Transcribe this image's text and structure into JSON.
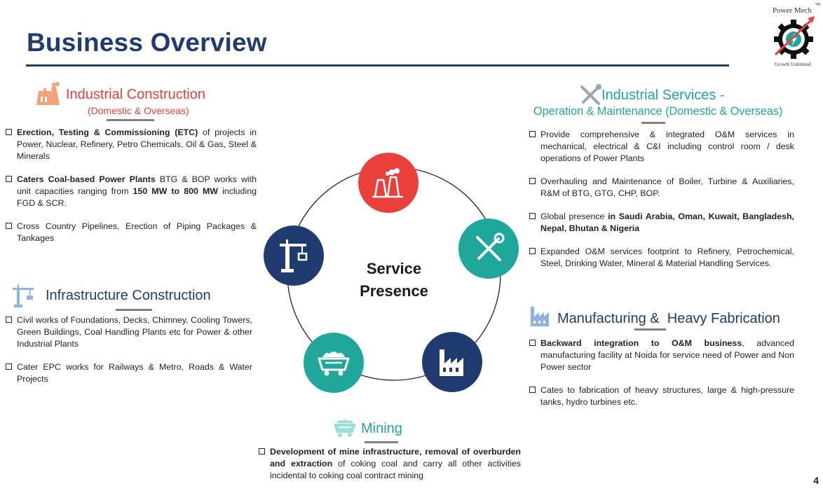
{
  "header": {
    "title": "Business Overview",
    "logo": {
      "top_text": "Power Mech",
      "tm": "TM",
      "tagline": "Growth Unlimited"
    }
  },
  "colors": {
    "navy": "#1f3b6f",
    "red": "#e9403b",
    "teal": "#1fa89a",
    "light_blue": "#8fb4e3",
    "orange": "#f4a27a"
  },
  "center": {
    "line1": "Service",
    "line2": "Presence"
  },
  "circle_icons": [
    "power-plant-icon",
    "tools-icon",
    "factory-icon",
    "mining-cart-icon",
    "crane-icon"
  ],
  "industrial_construction": {
    "title": "Industrial Construction",
    "subtitle": "(Domestic & Overseas)",
    "icon": "power-plant-icon",
    "bullets": [
      [
        {
          "b": "Erection, Testing & Commissioning (ETC)"
        },
        {
          "t": " of projects in Power, Nuclear, Refinery, Petro Chemicals, Oil & Gas, Steel & Minerals"
        }
      ],
      [
        {
          "b": "Caters Coal-based Power Plants"
        },
        {
          "t": " BTG & BOP works with unit capacities ranging from "
        },
        {
          "b": "150 MW to 800 MW"
        },
        {
          "t": " including FGD & SCR."
        }
      ],
      [
        {
          "t": "Cross Country Pipelines, Erection of Piping Packages & Tankages"
        }
      ]
    ]
  },
  "infrastructure_construction": {
    "title": "Infrastructure Construction",
    "icon": "crane-icon",
    "bullets": [
      [
        {
          "t": "Civil works of Foundations, Decks, Chimney, Cooling Towers, Green Buildings, Coal Handling Plants etc for Power & other Industrial Plants"
        }
      ],
      [
        {
          "t": "Cater EPC works for Railways & Metro, Roads & Water Projects"
        }
      ]
    ]
  },
  "industrial_services": {
    "title": "Industrial Services -",
    "subtitle": "Operation & Maintenance (Domestic & Overseas)",
    "icon": "tools-icon",
    "bullets": [
      [
        {
          "t": "Provide comprehensive & integrated O&M services in mechanical, electrical & C&I including control room / desk operations of Power Plants"
        }
      ],
      [
        {
          "t": "Overhauling and Maintenance of Boiler, Turbine & Auxiliaries, R&M of BTG, GTG, CHP, BOP."
        }
      ],
      [
        {
          "t": "Global presence "
        },
        {
          "b": "in Saudi Arabia, Oman, Kuwait, Bangladesh, Nepal, Bhutan & Nigeria"
        }
      ],
      [
        {
          "t": "Expanded O&M services footprint to Refinery, Petrochemical, Steel, Drinking Water, Mineral & Material Handling Services."
        }
      ]
    ]
  },
  "manufacturing": {
    "title": "Manufacturing &  Heavy Fabrication",
    "icon": "factory-icon",
    "bullets": [
      [
        {
          "b": "Backward integration to O&M business"
        },
        {
          "t": ", advanced manufacturing facility at Noida for service need of Power and Non Power sector"
        }
      ],
      [
        {
          "t": "Cates to fabrication of heavy structures, large & high-pressure tanks, hydro turbines etc."
        }
      ]
    ]
  },
  "mining": {
    "title": "Mining",
    "icon": "mining-cart-icon",
    "bullets": [
      [
        {
          "b": "Development of mine infrastructure, removal of overburden and extraction"
        },
        {
          "t": " of coking coal and carry all other activities incidental to coking coal contract mining"
        }
      ]
    ]
  },
  "page_number": "4"
}
